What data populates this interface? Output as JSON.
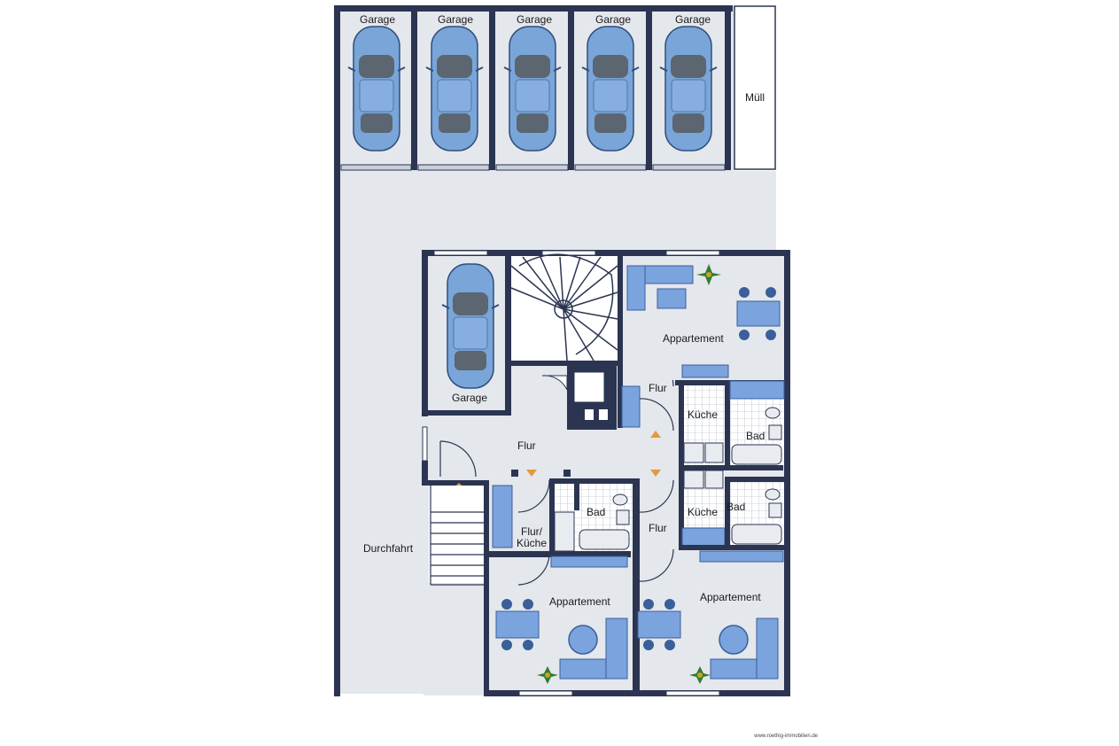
{
  "rooms": {
    "garages": [
      "Garage",
      "Garage",
      "Garage",
      "Garage",
      "Garage"
    ],
    "muell": "Müll",
    "garage_inner": "Garage",
    "durchfahrt": "Durchfahrt",
    "flur_main": "Flur",
    "flur_upper_right": "Flur",
    "flur_lower_right": "Flur",
    "flur_kueche": [
      "Flur/",
      "Küche"
    ],
    "kueche_top": "Küche",
    "bad_top": "Bad",
    "kueche_mid": "Küche",
    "bad_mid": "Bad",
    "bad_center": "Bad",
    "appartement_top": "Appartement",
    "appartement_bottom_left": "Appartement",
    "appartement_bottom_right": "Appartement"
  },
  "footer_url": "www.roethig-immobilien.de",
  "colors": {
    "wall": "#2b3551",
    "floor": "#e4e7ec",
    "furniture": "#7ba3de",
    "furniture_dark": "#3a5f9a",
    "door_arrow": "#e39a3a",
    "car": "#7aa5d8",
    "tile": "#ffffff"
  }
}
